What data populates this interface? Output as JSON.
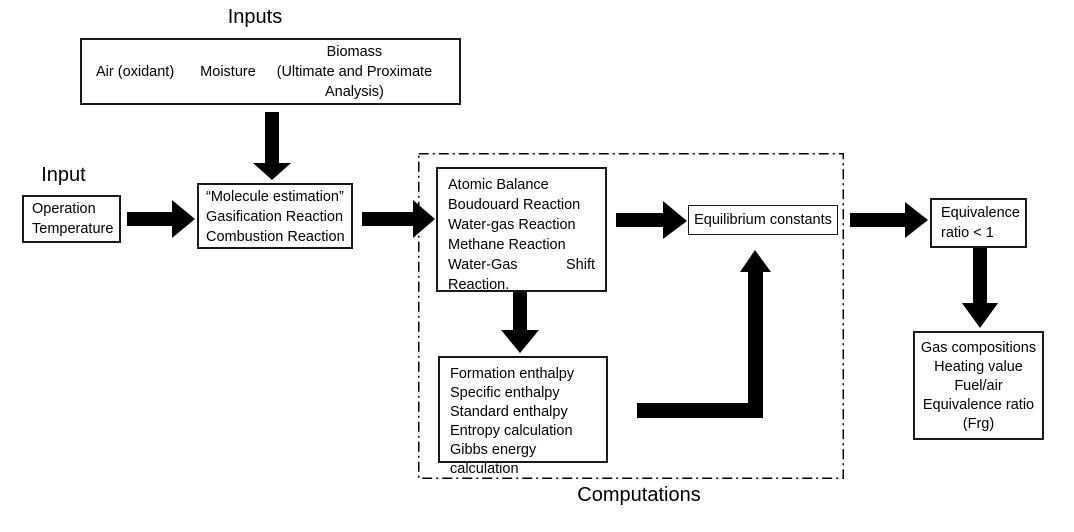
{
  "diagram": {
    "labels": {
      "inputs_title": "Inputs",
      "input_title": "Input",
      "computations_title": "Computations"
    },
    "nodes": {
      "inputs": {
        "air": "Air (oxidant)",
        "moisture": "Moisture",
        "biomass": [
          "Biomass",
          "(Ultimate and Proximate Analysis)"
        ]
      },
      "operation": {
        "lines": [
          "Operation",
          "Temperature"
        ]
      },
      "molecule": {
        "lines": [
          "“Molecule estimation”",
          "Gasification Reaction",
          "Combustion Reaction"
        ]
      },
      "atomic": {
        "lines": [
          "Atomic Balance",
          "Boudouard Reaction",
          "Water-gas Reaction",
          "Methane Reaction"
        ],
        "split": {
          "left": "Water-Gas",
          "right": "Shift"
        },
        "last": "Reaction."
      },
      "formation": {
        "lines": [
          "Formation enthalpy",
          "Specific enthalpy",
          "Standard enthalpy",
          "Entropy calculation",
          "Gibbs energy calculation"
        ]
      },
      "equilibrium": {
        "label": "Equilibrium constants"
      },
      "equivalence": {
        "lines": [
          "Equivalence",
          "ratio < 1"
        ]
      },
      "gas": {
        "lines": [
          "Gas compositions",
          "Heating value",
          "Fuel/air",
          "Equivalence ratio",
          "(Frg)"
        ]
      }
    },
    "colors": {
      "stroke": "#000000",
      "background": "#ffffff"
    }
  }
}
